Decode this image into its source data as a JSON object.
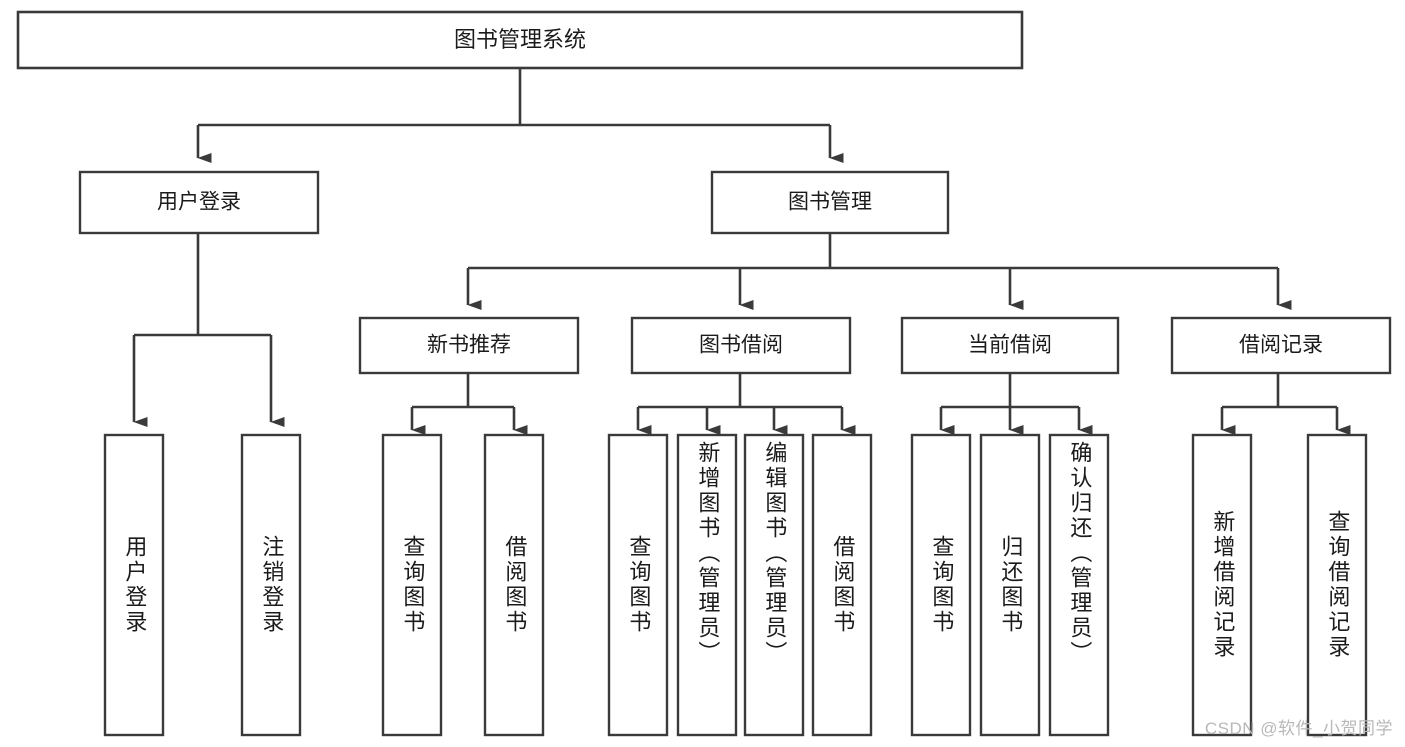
{
  "diagram": {
    "kind": "hierarchy-tree",
    "title": "图书管理系统",
    "watermark": "CSDN @软件_小贺同学",
    "colors": {
      "stroke": "#3a3a3a",
      "box_fill": "#ffffff",
      "text": "#1b1b1b",
      "background": "#ffffff",
      "watermark": "#b8b8b8"
    },
    "root": {
      "id": "root",
      "label": "图书管理系统"
    },
    "level2": [
      {
        "id": "user-login",
        "label": "用户登录"
      },
      {
        "id": "book-manage",
        "label": "图书管理"
      }
    ],
    "level3": [
      {
        "id": "new-book-recommend",
        "label": "新书推荐",
        "parent": "book-manage"
      },
      {
        "id": "book-borrow",
        "label": "图书借阅",
        "parent": "book-manage"
      },
      {
        "id": "current-borrow",
        "label": "当前借阅",
        "parent": "book-manage"
      },
      {
        "id": "borrow-record",
        "label": "借阅记录",
        "parent": "book-manage"
      }
    ],
    "leaves": [
      {
        "id": "leaf-user-login",
        "label": "用户登录",
        "parent": "user-login"
      },
      {
        "id": "leaf-logout-login",
        "label": "注销登录",
        "parent": "user-login"
      },
      {
        "id": "leaf-query-book-1",
        "label": "查询图书",
        "parent": "new-book-recommend"
      },
      {
        "id": "leaf-borrow-book-1",
        "label": "借阅图书",
        "parent": "new-book-recommend"
      },
      {
        "id": "leaf-query-book-2",
        "label": "查询图书",
        "parent": "book-borrow"
      },
      {
        "id": "leaf-add-book",
        "label": "新增图书（管理员）",
        "parent": "book-borrow"
      },
      {
        "id": "leaf-edit-book",
        "label": "编辑图书（管理员）",
        "parent": "book-borrow"
      },
      {
        "id": "leaf-borrow-book-2",
        "label": "借阅图书",
        "parent": "book-borrow"
      },
      {
        "id": "leaf-query-book-3",
        "label": "查询图书",
        "parent": "current-borrow"
      },
      {
        "id": "leaf-return-book",
        "label": "归还图书",
        "parent": "current-borrow"
      },
      {
        "id": "leaf-confirm-return",
        "label": "确认归还（管理员）",
        "parent": "current-borrow"
      },
      {
        "id": "leaf-add-record",
        "label": "新增借阅记录",
        "parent": "borrow-record"
      },
      {
        "id": "leaf-query-record",
        "label": "查询借阅记录",
        "parent": "borrow-record"
      }
    ]
  }
}
